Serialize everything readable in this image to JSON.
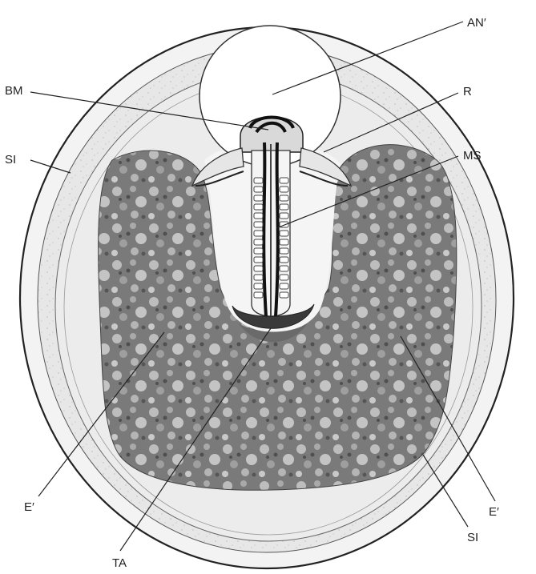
{
  "labels": {
    "an": "AN′",
    "bm": "BM",
    "r": "R",
    "si_top": "SI",
    "ms": "MS",
    "e_left": "E′",
    "e_right": "E′",
    "si_bottom": "SI",
    "ta": "TA"
  },
  "colors": {
    "ink": "#222222",
    "outer_ring": "#f2f2f2",
    "band": "#e4e4e4",
    "inner_bg": "#ececec",
    "yolk_dark": "#6e6e6e",
    "yolk_light": "#b9b9b9",
    "embryo_bg": "#f7f7f7",
    "cavity": "#ffffff"
  }
}
